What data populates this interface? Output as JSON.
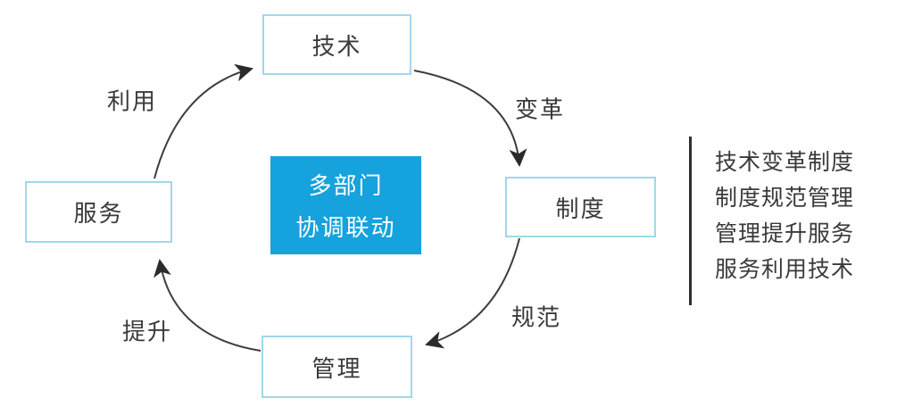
{
  "diagram": {
    "title": "multi-department coordination cycle",
    "center": {
      "line1": "多部门",
      "line2": "协调联动"
    },
    "nodes": {
      "top": {
        "label": "技术"
      },
      "right": {
        "label": "制度"
      },
      "bottom": {
        "label": "管理"
      },
      "left": {
        "label": "服务"
      }
    },
    "edges": {
      "service_to_tech": {
        "label": "利用"
      },
      "tech_to_institution": {
        "label": "变革"
      },
      "institution_to_management": {
        "label": "规范"
      },
      "management_to_service": {
        "label": "提升"
      }
    },
    "legend": {
      "lines": [
        "技术变革制度",
        "制度规范管理",
        "管理提升服务",
        "服务利用技术"
      ]
    },
    "colors": {
      "center_bg": "#16a2dc",
      "center_text": "#ffffff",
      "node_border": "#a0d8ea",
      "node_bg": "#ffffff",
      "arrow": "#3d3d3d",
      "arrowhead": "#2b2b2b",
      "text": "#3a3a3a",
      "divider": "#2f2f2f",
      "background": "#ffffff"
    }
  }
}
